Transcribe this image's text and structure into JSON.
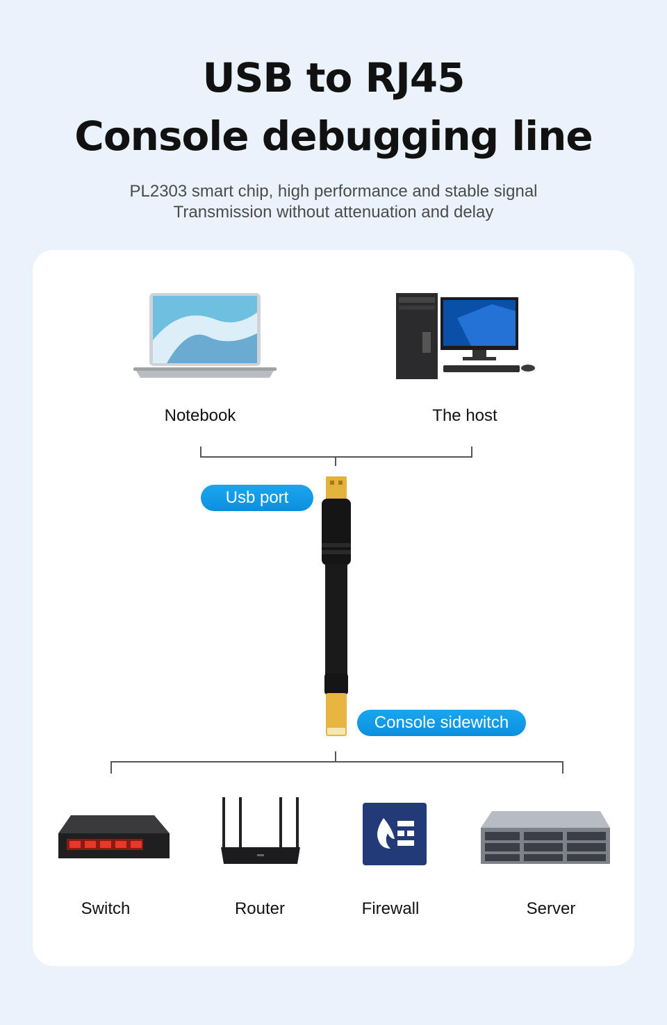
{
  "header": {
    "title_line1": "USB to RJ45",
    "title_line2": "Console debugging line",
    "subtitle_line1": "PL2303 smart chip, high performance and stable signal",
    "subtitle_line2": "Transmission without attenuation and delay"
  },
  "top_devices": [
    {
      "label": "Notebook",
      "icon": "laptop-icon"
    },
    {
      "label": "The host",
      "icon": "desktop-computer-icon"
    }
  ],
  "cable": {
    "usb_label": "Usb port",
    "console_label": "Console sidewitch"
  },
  "bottom_devices": [
    {
      "label": "Switch",
      "icon": "network-switch-icon"
    },
    {
      "label": "Router",
      "icon": "router-icon"
    },
    {
      "label": "Firewall",
      "icon": "firewall-icon"
    },
    {
      "label": "Server",
      "icon": "rack-server-icon"
    }
  ],
  "colors": {
    "background": "#eaf3fc",
    "card": "#ffffff",
    "pill": "#0a8fe0",
    "firewall_tile": "#233a78"
  }
}
